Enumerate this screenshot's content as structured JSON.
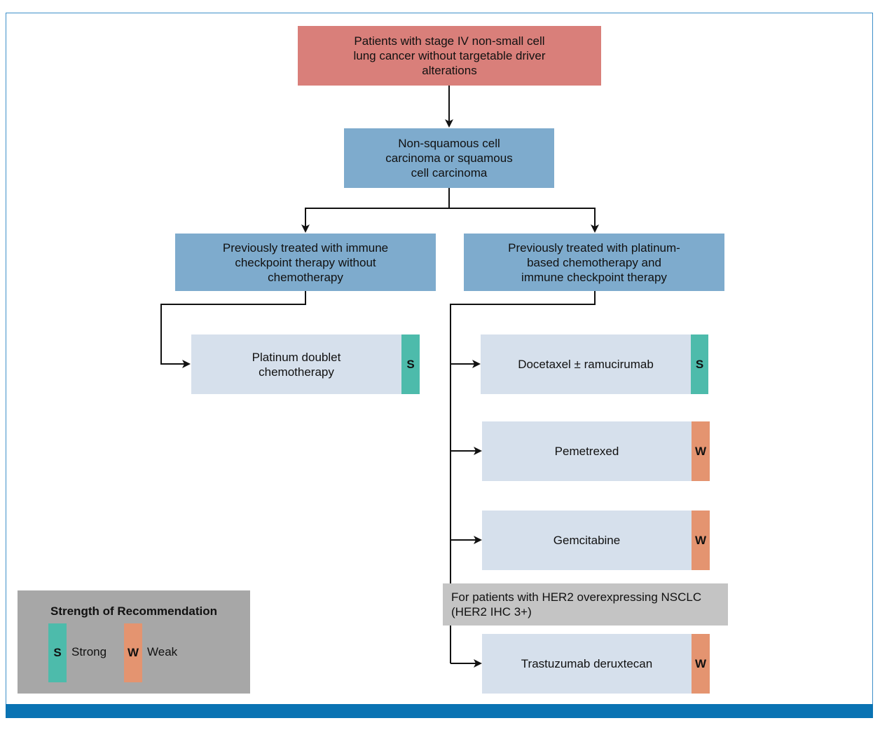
{
  "flowchart": {
    "root": "Patients with stage IV non-small cell\nlung cancer without targetable driver\nalterations",
    "histology": "Non-squamous cell\ncarcinoma or squamous\ncell carcinoma",
    "branch_left": "Previously treated with immune\ncheckpoint therapy without\nchemotherapy",
    "branch_right": "Previously treated with platinum-\nbased chemotherapy and\nimmune checkpoint therapy",
    "left_treatments": [
      {
        "label": "Platinum doublet\nchemotherapy",
        "strength": "S"
      }
    ],
    "right_treatments": [
      {
        "label": "Docetaxel ± ramucirumab",
        "strength": "S"
      },
      {
        "label": "Pemetrexed",
        "strength": "W"
      },
      {
        "label": "Gemcitabine",
        "strength": "W"
      },
      {
        "label": "Trastuzumab deruxtecan",
        "strength": "W"
      }
    ],
    "her2_note": "For patients with HER2 overexpressing NSCLC\n(HER2 IHC 3+)"
  },
  "legend": {
    "title": "Strength of Recommendation",
    "strong_letter": "S",
    "strong_label": "Strong",
    "weak_letter": "W",
    "weak_label": "Weak"
  },
  "colors": {
    "root": "#d97f7a",
    "branch": "#7eabcd",
    "treatment": "#d6e0ec",
    "strong": "#4dbbab",
    "weak": "#e49470",
    "note": "#c4c4c4",
    "legend_bg": "#a7a7a7",
    "accent_bar": "#0a73b3"
  }
}
